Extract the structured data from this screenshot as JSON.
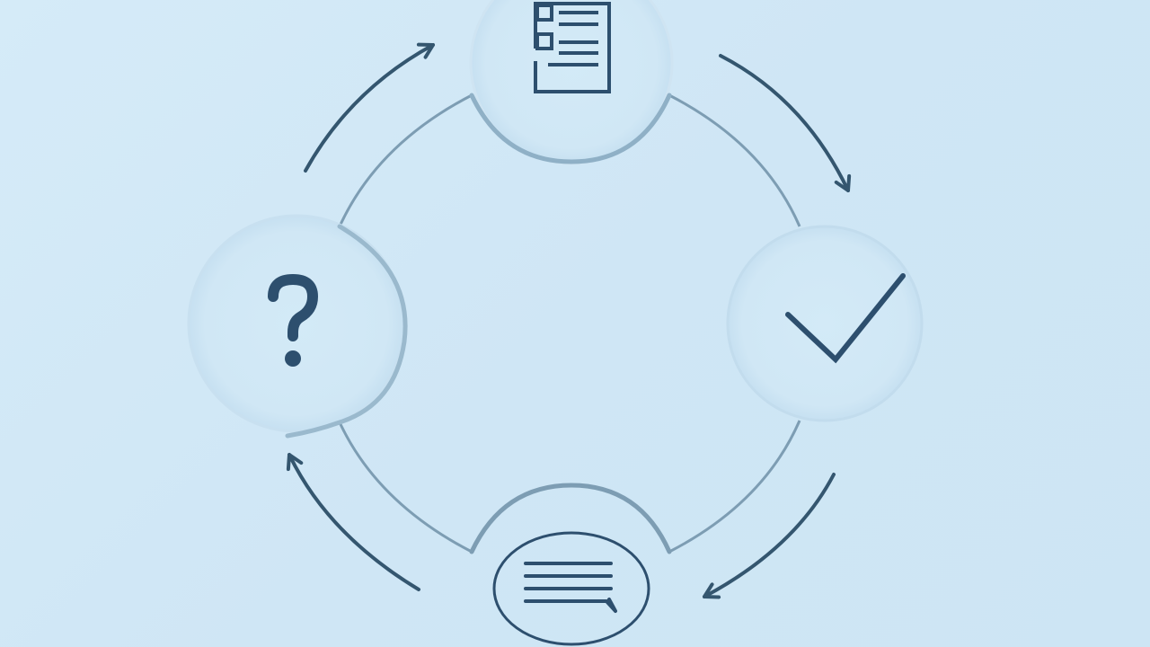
{
  "diagram": {
    "type": "cycle",
    "direction": "clockwise",
    "nodes": [
      {
        "id": "top",
        "icon": "checklist-document-icon"
      },
      {
        "id": "right",
        "icon": "checkmark-icon"
      },
      {
        "id": "bottom",
        "icon": "speech-bubble-icon"
      },
      {
        "id": "left",
        "icon": "question-mark-icon"
      }
    ],
    "arrows": [
      {
        "from": "left",
        "to": "top"
      },
      {
        "from": "top",
        "to": "right"
      },
      {
        "from": "right",
        "to": "bottom"
      },
      {
        "from": "bottom",
        "to": "left"
      }
    ]
  },
  "colors": {
    "background": "#d2e9f6",
    "ring": "#7d9db3",
    "node_edge": "#a9c8dc",
    "icon": "#2d4f6e",
    "arrow": "#34566f"
  }
}
